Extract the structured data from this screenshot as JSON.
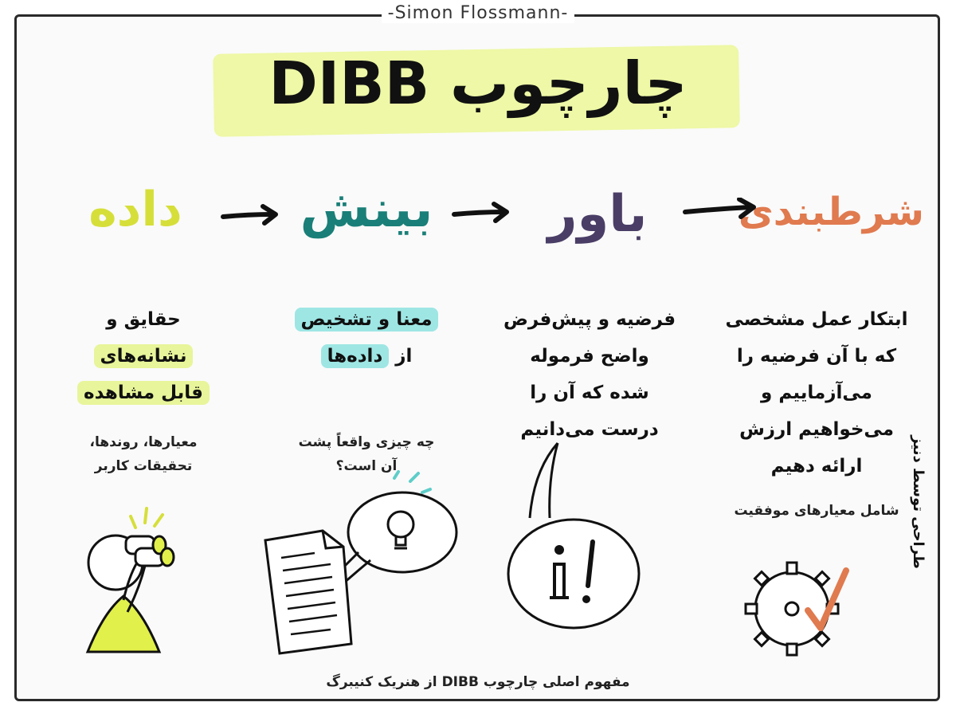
{
  "author": "-Simon Flossmann-",
  "title": "چارچوب DIBB",
  "stages": [
    {
      "heading": "داده",
      "color": "#d6df3a"
    },
    {
      "heading": "بینش",
      "color": "#1a7f78"
    },
    {
      "heading": "باور",
      "color": "#4a3e66"
    },
    {
      "heading": "شرطبندی",
      "color": "#e07a4f"
    }
  ],
  "columns": {
    "data": {
      "line1": "حقایق و",
      "line2": "نشانه‌های",
      "line3": "قابل مشاهده",
      "note1": "معیارها، روندها،",
      "note2": "تحقیقات کاربر"
    },
    "insight": {
      "line1": "معنا و تشخیص",
      "line2_prefix": "از",
      "line2_highlight": "داده‌ها",
      "note1": "چه چیزی واقعاً پشت",
      "note2": "آن است؟"
    },
    "belief": {
      "line1": "فرضیه و پیش‌فرض",
      "line2": "واضح فرموله",
      "line3": "شده که آن را",
      "line4": "درست می‌دانیم"
    },
    "bet": {
      "line1": "ابتکار عمل مشخصی",
      "line2": "که با آن فرضیه را",
      "line3": "می‌آزماییم و",
      "line4": "می‌خواهیم ارزش",
      "line5": "ارائه دهیم",
      "note": "شامل معیارهای موفقیت"
    }
  },
  "side_note": "طراحی توسط دنیز",
  "footer": "مفهوم اصلی چارچوب DIBB از هنریک کنیبرگ",
  "icons": [
    "binoculars-person-icon",
    "document-lightbulb-icon",
    "info-speech-bubble-icon",
    "gear-checkmark-icon"
  ],
  "colors": {
    "lime": "#d6df3a",
    "teal": "#1a7f78",
    "purple": "#4a3e66",
    "orange": "#e07a4f",
    "highlight_green": "#e8f59a",
    "highlight_teal": "#9ee6e4"
  }
}
